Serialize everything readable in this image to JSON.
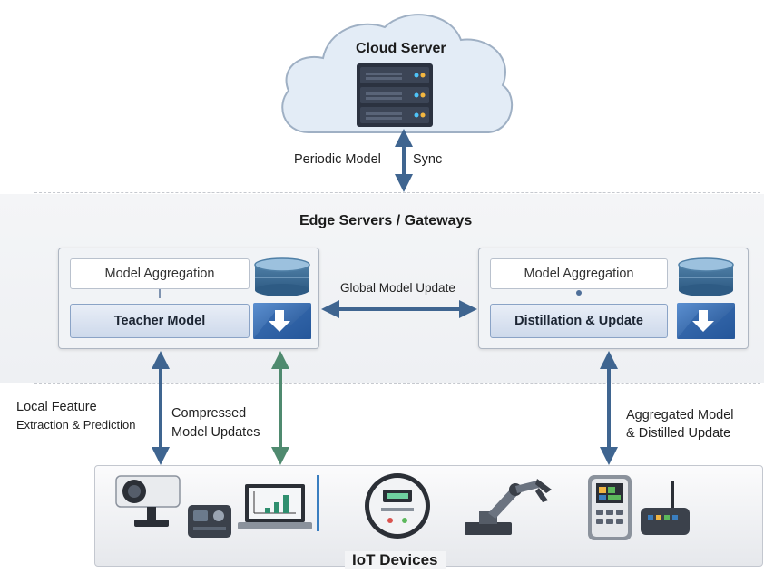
{
  "cloud": {
    "title": "Cloud Server"
  },
  "sync": {
    "left_label": "Periodic Model",
    "right_label": "Sync"
  },
  "edge": {
    "title": "Edge Servers / Gateways"
  },
  "left_server": {
    "aggregation_label": "Model Aggregation",
    "model_label": "Teacher Model"
  },
  "right_server": {
    "aggregation_label": "Model Aggregation",
    "model_label": "Distillation & Update"
  },
  "global_update": {
    "label": "Global Model Update"
  },
  "links": {
    "local_line1": "Local Feature",
    "local_line2": "Extraction & Prediction",
    "compressed_line1": "Compressed",
    "compressed_line2": "Model Updates",
    "aggregated_line1": "Aggregated Model",
    "aggregated_line2": "& Distilled Update"
  },
  "iot": {
    "title": "IoT Devices"
  },
  "colors": {
    "arrow_blue": "#3f6590",
    "arrow_green": "#4f8a6f",
    "database_top": "#4f7fa6",
    "cloud_fill": "#e3ecf6"
  },
  "icons": [
    "server-rack-icon",
    "database-icon",
    "download-icon",
    "camera-icon",
    "gateway-icon",
    "laptop-icon",
    "smart-meter-icon",
    "robot-arm-icon",
    "device-icon"
  ]
}
